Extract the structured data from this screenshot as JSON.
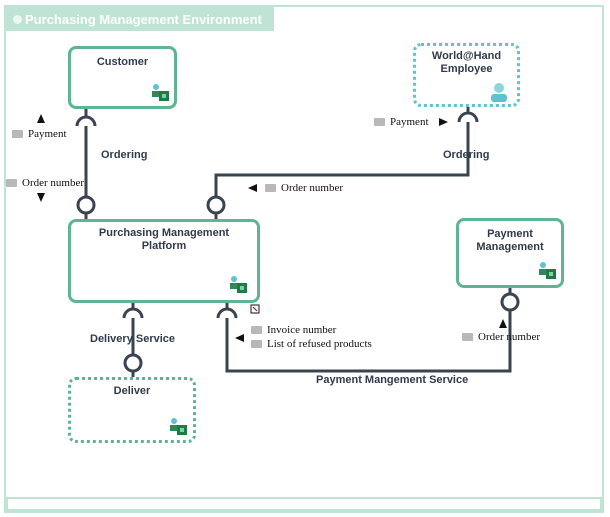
{
  "diagram": {
    "title": "Purchasing Management Environment",
    "nodes": {
      "customer": "Customer",
      "worldhand": "World@Hand Employee",
      "platform": "Purchasing Management Platform",
      "payment": "Payment Management",
      "deliver": "Deliver"
    },
    "connectors": {
      "ordering_left": "Ordering",
      "ordering_right": "Ordering",
      "delivery_service": "Delivery Service",
      "payment_service": "Payment Mangement Service"
    },
    "messages": {
      "payment_left": "Payment",
      "order_number_left": "Order number",
      "payment_right": "Payment",
      "order_number_mid": "Order number",
      "invoice_number": "Invoice number",
      "refused_products": "List of refused products",
      "order_number_payment": "Order number"
    },
    "icons": {
      "component": "component-icon",
      "person": "person-icon"
    },
    "colors": {
      "accent": "#5db594",
      "accent_light": "#bfe3d4",
      "dashed_blue": "#5ec3cf",
      "line": "#3a4450"
    }
  }
}
